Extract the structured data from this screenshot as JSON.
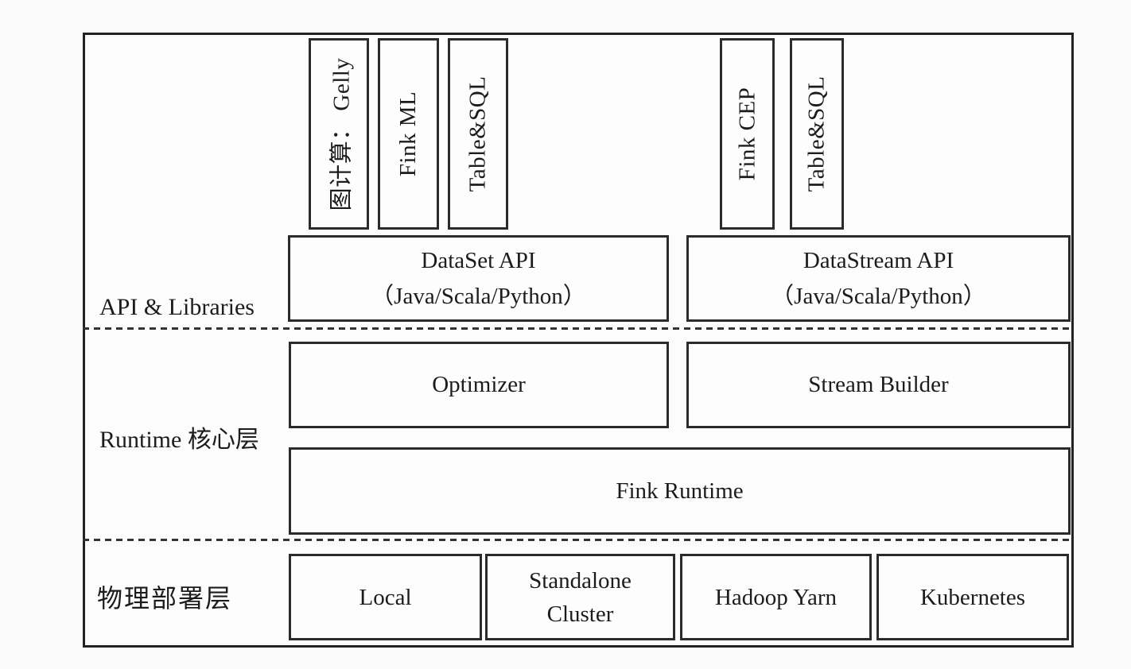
{
  "diagram": {
    "title_semantic": "Flink layered architecture diagram",
    "section_labels": {
      "api": "API & Libraries",
      "runtime": "Runtime 核心层",
      "deploy": "物理部署层"
    },
    "library_boxes": [
      {
        "label": "图计算： Gelly"
      },
      {
        "label": "Fink ML"
      },
      {
        "label": "Table&SQL"
      },
      {
        "label": "Fink CEP"
      },
      {
        "label": "Table&SQL"
      }
    ],
    "api_boxes": [
      {
        "line1": "DataSet API",
        "line2": "（Java/Scala/Python）"
      },
      {
        "line1": "DataStream API",
        "line2": "（Java/Scala/Python）"
      }
    ],
    "runtime_boxes": {
      "optimizer": "Optimizer",
      "stream_builder": "Stream Builder",
      "runtime": "Fink Runtime"
    },
    "deploy_boxes": [
      {
        "lines": [
          "Local"
        ]
      },
      {
        "lines": [
          "Standalone",
          "Cluster"
        ]
      },
      {
        "lines": [
          "Hadoop Yarn"
        ]
      },
      {
        "lines": [
          "Kubernetes"
        ]
      }
    ],
    "colors": {
      "border": "#2b2b2b",
      "text": "#1c1c1c",
      "background": "#fbfbfb"
    }
  }
}
